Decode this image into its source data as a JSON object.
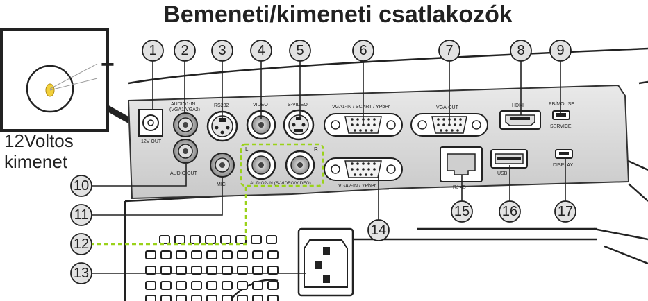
{
  "title": "Bemeneti/kimeneti csatlakozók",
  "inset": {
    "plus": "+",
    "caption_line1": "12Voltos",
    "caption_line2": "kimenet"
  },
  "panel_labels": {
    "dc_out": "12V OUT",
    "audio1_in": "AUDIO1-IN",
    "audio1_in_sub": "(VGA1/VGA2)",
    "rs232": "RS232",
    "video": "VIDEO",
    "svideo": "S-VIDEO",
    "vga1_in": "VGA1-IN / SCART / YPbPr",
    "vga_out": "VGA-OUT",
    "hdmi": "HDMI",
    "pb_mouse": "PB/MOUSE",
    "service": "SERVICE",
    "audio_out": "AUDIO OUT",
    "mic": "MIC",
    "audio2_l": "L",
    "audio2_r": "R",
    "audio2_in": "AUDIO2-IN (S-VIDEO/VIDEO)",
    "vga2_in": "VGA2-IN / YPbPr",
    "rj45": "RJ-45",
    "usb": "USB",
    "display": "DISPLAY"
  },
  "callouts": [
    "1",
    "2",
    "3",
    "4",
    "5",
    "6",
    "7",
    "8",
    "9",
    "10",
    "11",
    "12",
    "13",
    "14",
    "15",
    "16",
    "17"
  ]
}
